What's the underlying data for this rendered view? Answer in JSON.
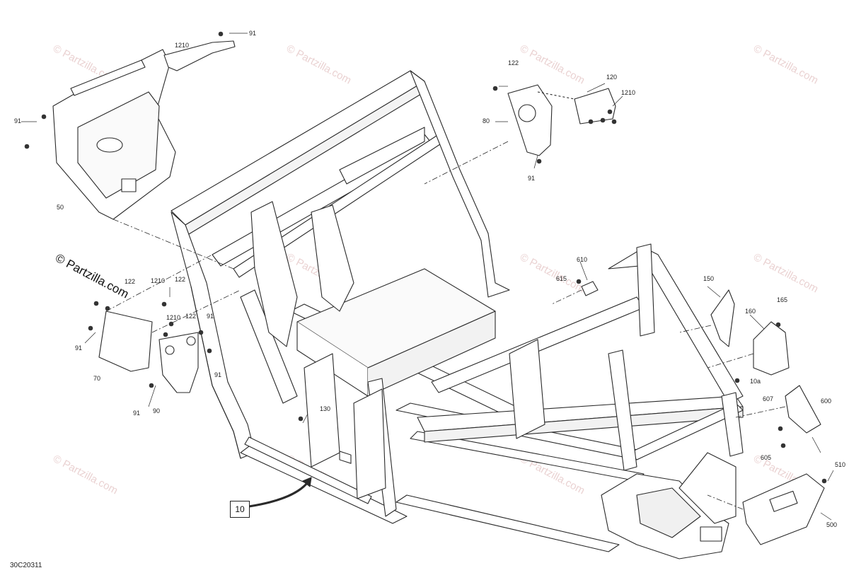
{
  "diagram_code": "30C20311",
  "reference_box": "10",
  "watermark_text": "© Partzilla.com",
  "callouts": {
    "p91a": "91",
    "p1210a": "1210",
    "p91b": "91",
    "p50": "50",
    "p122a": "122",
    "p80": "80",
    "p120": "120",
    "p1210b": "1210",
    "p91c": "91",
    "p122b": "122",
    "p1210c": "1210",
    "p122c": "122",
    "p1210d": "1210",
    "p122d": "122",
    "p91d": "91",
    "p91e": "91",
    "p91f": "91",
    "p70": "70",
    "p91g": "91",
    "p90": "90",
    "p130": "130",
    "p610": "610",
    "p615": "615",
    "p150": "150",
    "p160": "160",
    "p165": "165",
    "p10a": "10a",
    "p607": "607",
    "p600": "600",
    "p605": "605",
    "p510": "510",
    "p500": "500"
  },
  "colors": {
    "line": "#2a2a2a",
    "watermark": "#ead2d2"
  }
}
